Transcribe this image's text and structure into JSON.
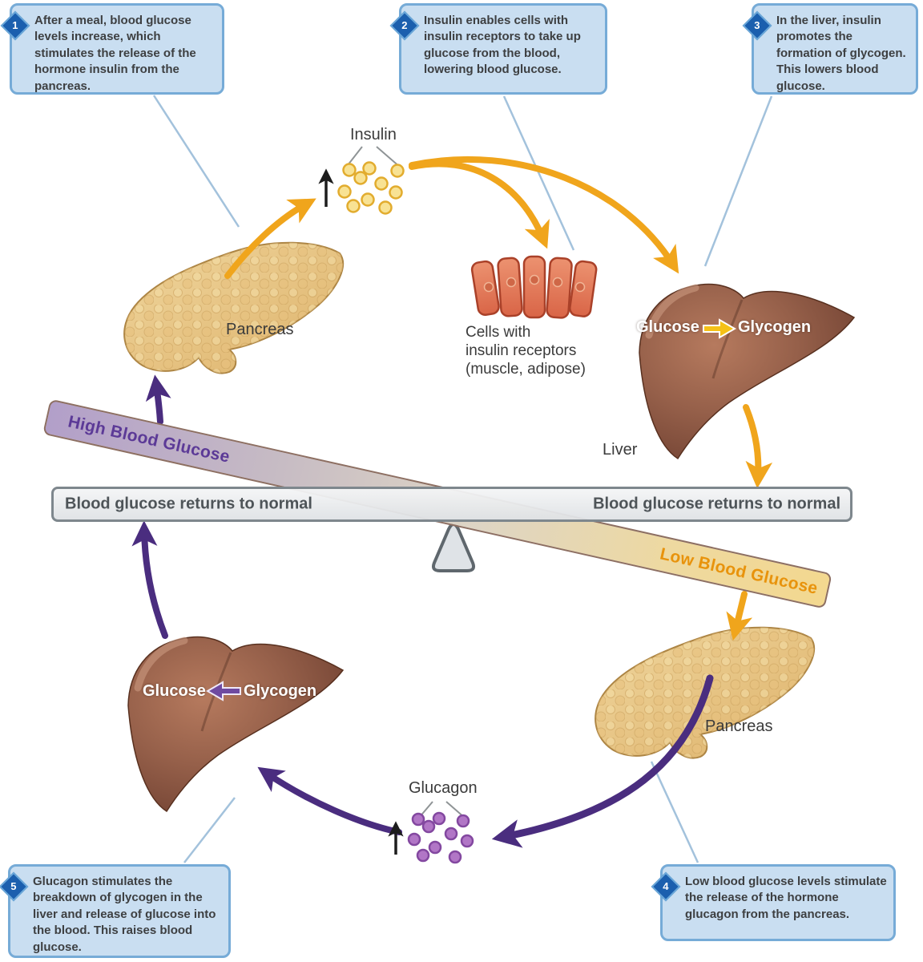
{
  "callouts": [
    {
      "num": "1",
      "text": "After a meal, blood glucose levels increase, which stimulates the release of the hormone insulin from the pancreas."
    },
    {
      "num": "2",
      "text": "Insulin enables cells with insulin receptors to take up glucose from the blood, lowering blood glucose."
    },
    {
      "num": "3",
      "text": "In the liver, insulin promotes the formation of glycogen. This lowers blood glucose."
    },
    {
      "num": "4",
      "text": "Low blood glucose levels stimulate the release of the hormone glucagon from the pancreas."
    },
    {
      "num": "5",
      "text": "Glucagon stimulates the breakdown of glycogen in the liver and release of glucose into the blood. This raises blood glucose."
    }
  ],
  "labels": {
    "insulin": "Insulin",
    "glucagon": "Glucagon",
    "pancreas_upper": "Pancreas",
    "pancreas_lower": "Pancreas",
    "liver": "Liver",
    "cells_line1": "Cells with",
    "cells_line2": "insulin receptors",
    "cells_line3": "(muscle, adipose)"
  },
  "conversions": {
    "upper": {
      "from": "Glucose",
      "to": "Glycogen"
    },
    "lower": {
      "from": "Glucose",
      "to": "Glycogen"
    }
  },
  "beam": {
    "high": "High Blood Glucose",
    "low": "Low Blood Glucose"
  },
  "bar": {
    "left": "Blood glucose returns to normal",
    "right": "Blood glucose returns to normal"
  },
  "colors": {
    "callout-bg": "#c9def1",
    "callout-border": "#76abd7",
    "badge": "#1b5fae",
    "badge-border": "#6aa7d8",
    "insulin-yellow": "#f0a51c",
    "glucagon-purple": "#4a2d7f",
    "high-text": "#5c3a97",
    "low-text": "#e8930c",
    "beam-left": "#b29fc9",
    "beam-right": "#f3d88f",
    "bar-border": "#7e878d",
    "pointer-line": "#a3c2dc"
  }
}
